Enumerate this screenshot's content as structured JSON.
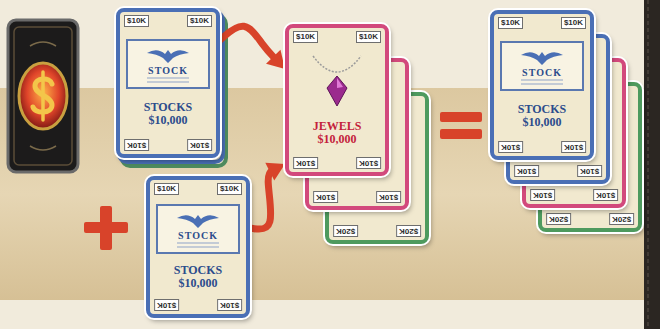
{
  "diagram": {
    "nodes": [
      {
        "text": [
          "$10K",
          "$10K",
          "STOCK",
          "STOCKS $10,000",
          "$10K",
          "$10K"
        ]
      },
      {
        "text": [
          "$10K",
          "$10K",
          "STOCK",
          "STOCKS $10,000",
          "$10K",
          "$10K"
        ]
      },
      {
        "text": [
          "$10K",
          "$10K",
          "JEWELS $10,000",
          "$10K",
          "$10K"
        ]
      },
      {
        "text": [
          "$10K",
          "$10K"
        ]
      },
      {
        "text": [
          "$20K",
          "$20K"
        ]
      },
      {
        "text": [
          "$10K",
          "$10K",
          "STOCK",
          "STOCKS $10,000",
          "$10K",
          "$10K"
        ]
      },
      {
        "text": [
          "$10K",
          "$10K"
        ]
      },
      {
        "text": [
          "$10K",
          "$10K"
        ]
      },
      {
        "text": [
          "$20K",
          "$20K"
        ]
      }
    ],
    "edges": [
      {
        "from": 0,
        "to": 2,
        "arrow": "to"
      },
      {
        "from": 1,
        "to": 2,
        "arrow": "to"
      }
    ]
  }
}
